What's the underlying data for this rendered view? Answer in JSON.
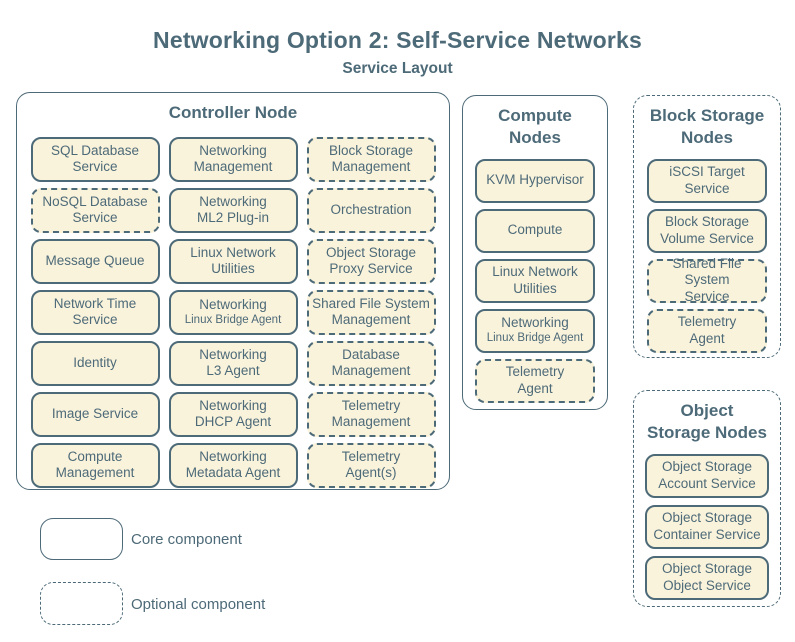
{
  "page": {
    "title": "Networking Option 2: Self-Service Networks",
    "subtitle": "Service Layout"
  },
  "colors": {
    "ink": "#4d6a78",
    "box_fill": "#faf3dc",
    "background": "#ffffff"
  },
  "legend": {
    "core_label": "Core component",
    "optional_label": "Optional component"
  },
  "groups": [
    {
      "id": "controller-node",
      "title": "Controller Node",
      "border": "solid",
      "services": [
        {
          "label": "SQL Database\nService",
          "type": "core"
        },
        {
          "label": "Networking\nManagement",
          "type": "core"
        },
        {
          "label": "Block Storage\nManagement",
          "type": "optional"
        },
        {
          "label": "NoSQL Database\nService",
          "type": "optional"
        },
        {
          "label": "Networking\nML2 Plug-in",
          "type": "core"
        },
        {
          "label": "Orchestration",
          "type": "optional"
        },
        {
          "label": "Message Queue",
          "type": "core"
        },
        {
          "label": "Linux Network\nUtilities",
          "type": "core"
        },
        {
          "label": "Object Storage\nProxy Service",
          "type": "optional"
        },
        {
          "label": "Network Time\nService",
          "type": "core"
        },
        {
          "label": "Networking",
          "sub": "Linux Bridge Agent",
          "type": "core"
        },
        {
          "label": "Shared File System\nManagement",
          "type": "optional"
        },
        {
          "label": "Identity",
          "type": "core"
        },
        {
          "label": "Networking\nL3 Agent",
          "type": "core"
        },
        {
          "label": "Database\nManagement",
          "type": "optional"
        },
        {
          "label": "Image Service",
          "type": "core"
        },
        {
          "label": "Networking\nDHCP Agent",
          "type": "core"
        },
        {
          "label": "Telemetry\nManagement",
          "type": "optional"
        },
        {
          "label": "Compute\nManagement",
          "type": "core"
        },
        {
          "label": "Networking\nMetadata Agent",
          "type": "core"
        },
        {
          "label": "Telemetry\nAgent(s)",
          "type": "optional"
        }
      ]
    },
    {
      "id": "compute-nodes",
      "title": "Compute\nNodes",
      "border": "solid",
      "services": [
        {
          "label": "KVM Hypervisor",
          "type": "core"
        },
        {
          "label": "Compute",
          "type": "core"
        },
        {
          "label": "Linux Network\nUtilities",
          "type": "core"
        },
        {
          "label": "Networking",
          "sub": "Linux Bridge Agent",
          "type": "core"
        },
        {
          "label": "Telemetry\nAgent",
          "type": "optional"
        }
      ]
    },
    {
      "id": "block-storage-nodes",
      "title": "Block Storage\nNodes",
      "border": "dashed",
      "services": [
        {
          "label": "iSCSI Target\nService",
          "type": "core"
        },
        {
          "label": "Block Storage\nVolume Service",
          "type": "core"
        },
        {
          "label": "Shared File System\nService",
          "type": "optional"
        },
        {
          "label": "Telemetry\nAgent",
          "type": "optional"
        }
      ]
    },
    {
      "id": "object-storage-nodes",
      "title": "Object\nStorage Nodes",
      "border": "dashed",
      "services": [
        {
          "label": "Object Storage\nAccount Service",
          "type": "core"
        },
        {
          "label": "Object Storage\nContainer Service",
          "type": "core"
        },
        {
          "label": "Object Storage\nObject Service",
          "type": "core"
        }
      ]
    }
  ]
}
